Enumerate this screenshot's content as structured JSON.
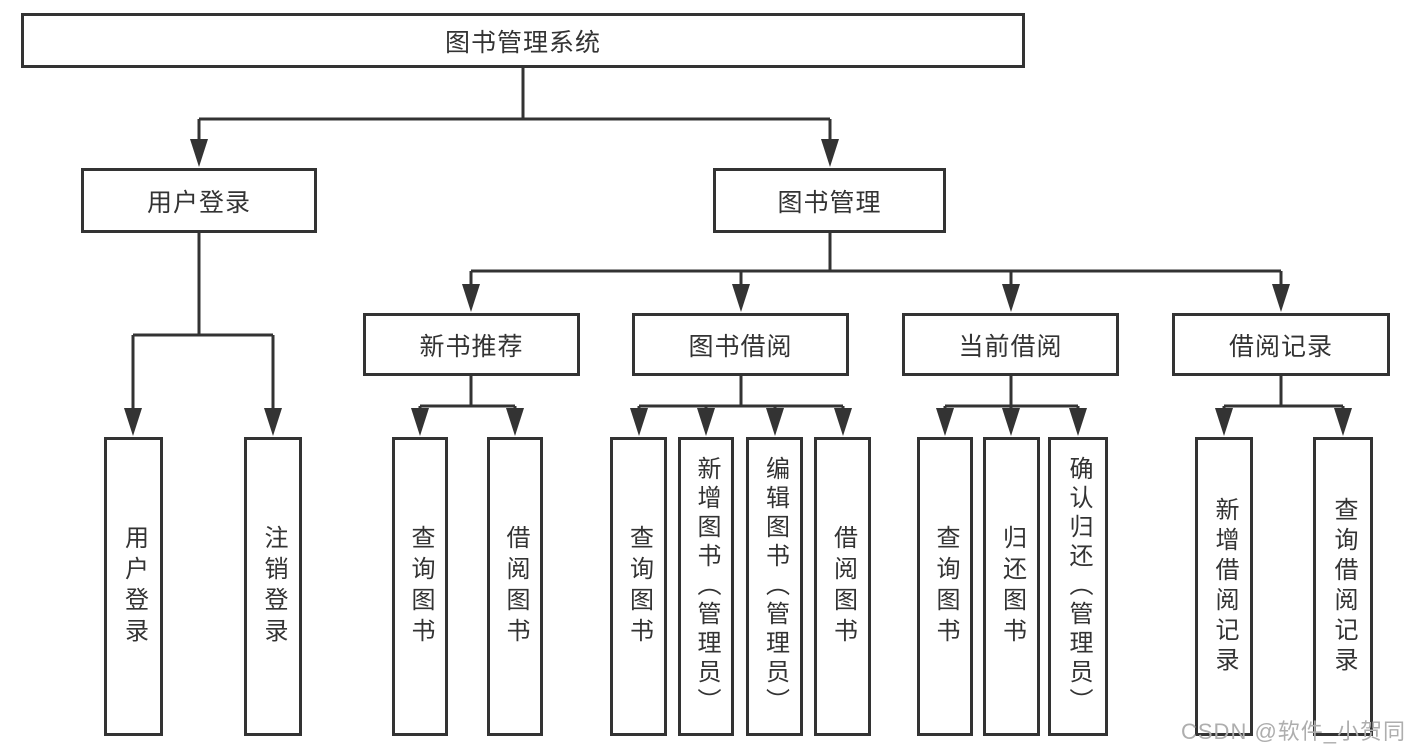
{
  "diagram": {
    "tree": {
      "root": {
        "label": "图书管理系统"
      },
      "user_login": {
        "label": "用户登录",
        "children": {
          "login": {
            "label": "用户登录"
          },
          "logout": {
            "label": "注销登录"
          }
        }
      },
      "book_mgmt": {
        "label": "图书管理",
        "children": {
          "new_books": {
            "label": "新书推荐",
            "children": {
              "query": {
                "label": "查询图书"
              },
              "borrow": {
                "label": "借阅图书"
              }
            }
          },
          "book_borrow": {
            "label": "图书借阅",
            "children": {
              "query": {
                "label": "查询图书"
              },
              "add": {
                "label": "新增图书（管理员）"
              },
              "edit": {
                "label": "编辑图书（管理员）"
              },
              "borrow": {
                "label": "借阅图书"
              }
            }
          },
          "current_borrow": {
            "label": "当前借阅",
            "children": {
              "query": {
                "label": "查询图书"
              },
              "return": {
                "label": "归还图书"
              },
              "confirm_return": {
                "label": "确认归还（管理员）"
              }
            }
          },
          "borrow_records": {
            "label": "借阅记录",
            "children": {
              "add_record": {
                "label": "新增借阅记录"
              },
              "query_record": {
                "label": "查询借阅记录"
              }
            }
          }
        }
      }
    },
    "colors": {
      "line": "#333333",
      "text": "#333333",
      "background": "#ffffff"
    }
  },
  "watermark": {
    "text": "CSDN @软件_小贺同学",
    "color": "#aeaeae"
  }
}
